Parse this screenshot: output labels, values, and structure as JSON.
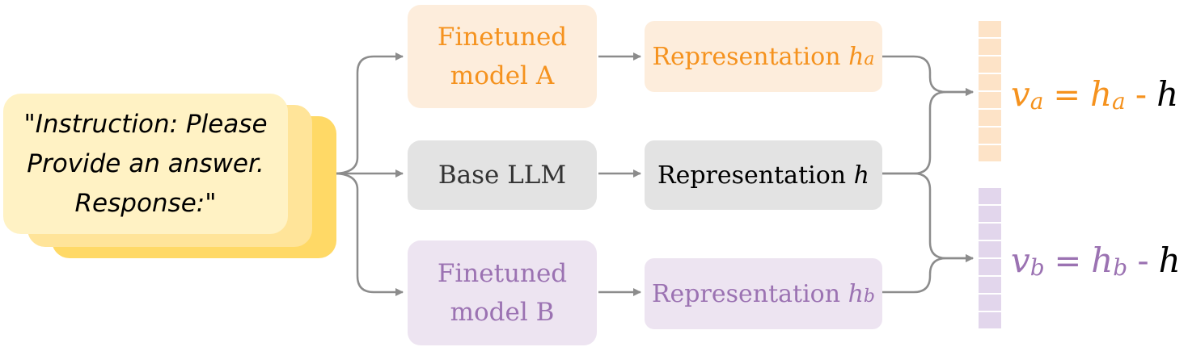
{
  "colors": {
    "orange": "#f5921e",
    "purple": "#9b72b2",
    "black": "#000000",
    "arrow": "#8c8c8c",
    "prompt_front": "#fff2c4",
    "prompt_mid": "#ffe499",
    "prompt_back": "#ffd966",
    "box_orange": "#fdeddc",
    "box_gray": "#e3e3e3",
    "box_purple": "#ede4f1",
    "vec_orange": "#fde3c7",
    "vec_purple": "#e2d6ec"
  },
  "prompt": {
    "lines": [
      "\"Instruction: Please",
      "Provide an answer.",
      "Response:\""
    ]
  },
  "models": {
    "a": {
      "lines": [
        "Finetuned",
        "model A"
      ]
    },
    "base": {
      "lines": [
        "Base LLM"
      ]
    },
    "b": {
      "lines": [
        "Finetuned",
        "model B"
      ]
    }
  },
  "representations": {
    "a": {
      "text": "Representation ",
      "symbol": "h",
      "subscript": "a"
    },
    "base": {
      "text": "Representation ",
      "symbol": "h",
      "subscript": ""
    },
    "b": {
      "text": "Representation ",
      "symbol": "h",
      "subscript": "b"
    }
  },
  "formulas": {
    "a": {
      "lhs": "v",
      "lhs_sub": "a",
      "eq": "=",
      "rhs": "h",
      "rhs_sub": "a",
      "minus": "-",
      "base": "h"
    },
    "b": {
      "lhs": "v",
      "lhs_sub": "b",
      "eq": "=",
      "rhs": "h",
      "rhs_sub": "b",
      "minus": "-",
      "base": "h"
    }
  },
  "vector_cells": 8
}
